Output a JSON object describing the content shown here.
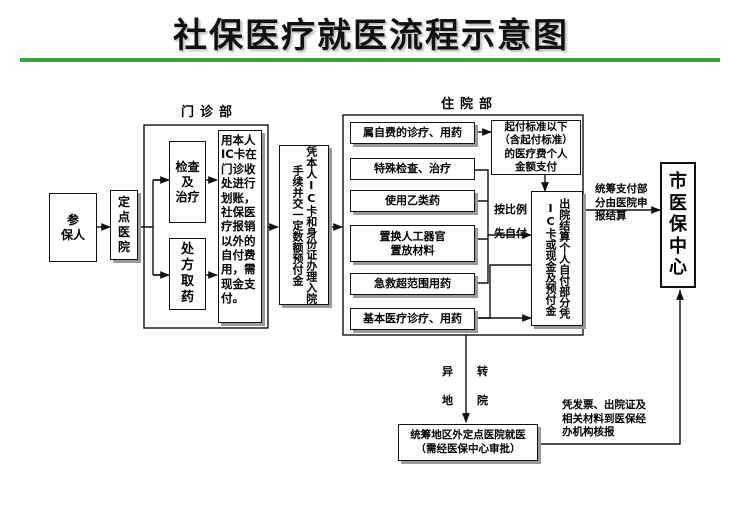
{
  "title": "社保医疗就医流程示意图",
  "sections": {
    "outpatient": "门诊部",
    "inpatient": "住院部"
  },
  "nodes": {
    "insured": "参\n保人",
    "designated_hospital": "定\n点\n医\n院",
    "exam_treat": "检查\n及\n治疗",
    "prescription": "处\n方\n取\n药",
    "outpatient_note": "用本人IC卡在门诊收处进行划账，社保医疗报销以外的自付费用，需现金支付。",
    "admission": "凭本人IC卡和身份证办理入院手续并交一定数额预付金",
    "self_pay_items": "属自费的诊疗、用药",
    "threshold": "起付标准以下\n（含起付标准）\n的医疗费个人\n金额支付",
    "special_exam": "特殊检查、治疗",
    "class_b_drugs": "使用乙类药",
    "artificial_organ": "置换人工器官\n置放材料",
    "emergency_drugs": "急救超范围用药",
    "basic_items": "基本医疗诊疗、用药",
    "settlement": "出院结算个人自付部分凭IC卡或现金及预付金",
    "city_center": "市\n医\n保\n中\n心",
    "remote_hospital": "统筹地区外定点医院就医\n（需经医保中心审批）"
  },
  "labels": {
    "by_ratio": "按比例",
    "self_pay_first": "先自付",
    "pool_payment": "统筹支付部\n分由医院申\n报结算",
    "remote": "异\n\n地",
    "transfer": "转\n\n院",
    "reimburse": "凭发票、出院证及\n相关材料到医保经\n办机构核报"
  },
  "colors": {
    "rule": "#3aa33a",
    "stroke": "#111111",
    "shadow": "#9a9a9a"
  }
}
